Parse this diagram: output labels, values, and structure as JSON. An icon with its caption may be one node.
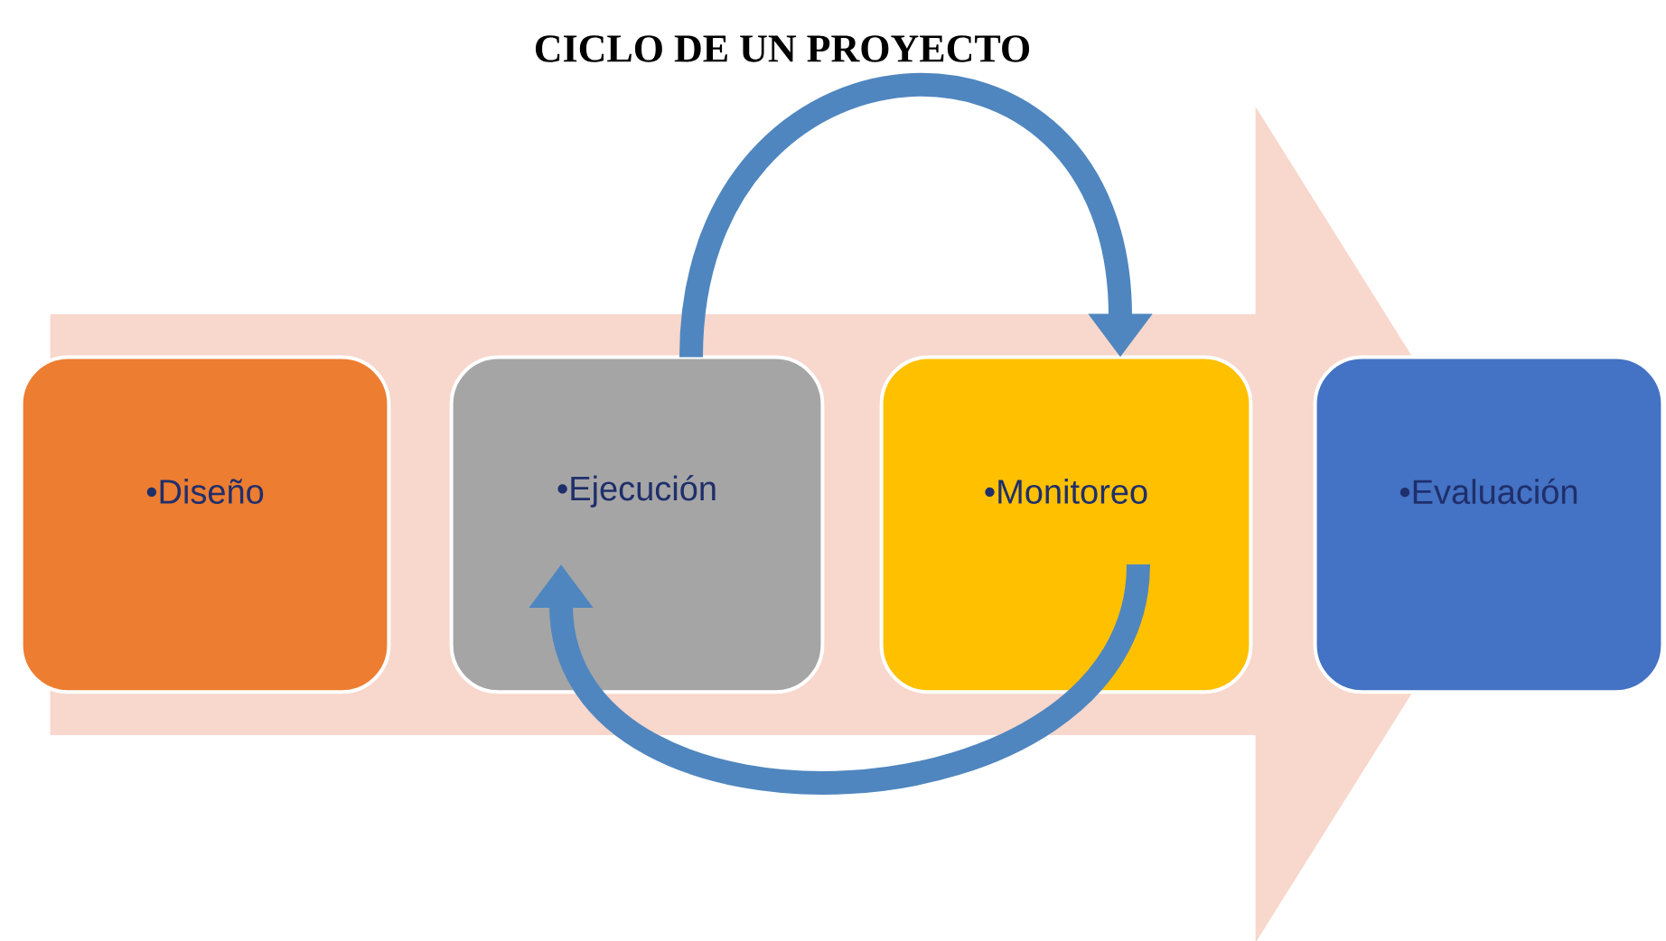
{
  "diagram": {
    "title": "CICLO DE UN PROYECTO",
    "nodes": [
      {
        "text": [
          "•Diseño"
        ]
      },
      {
        "text": [
          "•Ejecución"
        ]
      },
      {
        "text": [
          "•Monitoreo"
        ]
      },
      {
        "text": [
          "•Evaluación"
        ]
      }
    ],
    "edges": [
      {
        "from": 0,
        "to": 3,
        "arrow": "to",
        "color": "#f8d7cc"
      },
      {
        "from": 1,
        "to": 2,
        "arrow": "to",
        "color": "#4f86bf"
      },
      {
        "from": 2,
        "to": 1,
        "arrow": "to",
        "color": "#4f86bf"
      }
    ]
  }
}
